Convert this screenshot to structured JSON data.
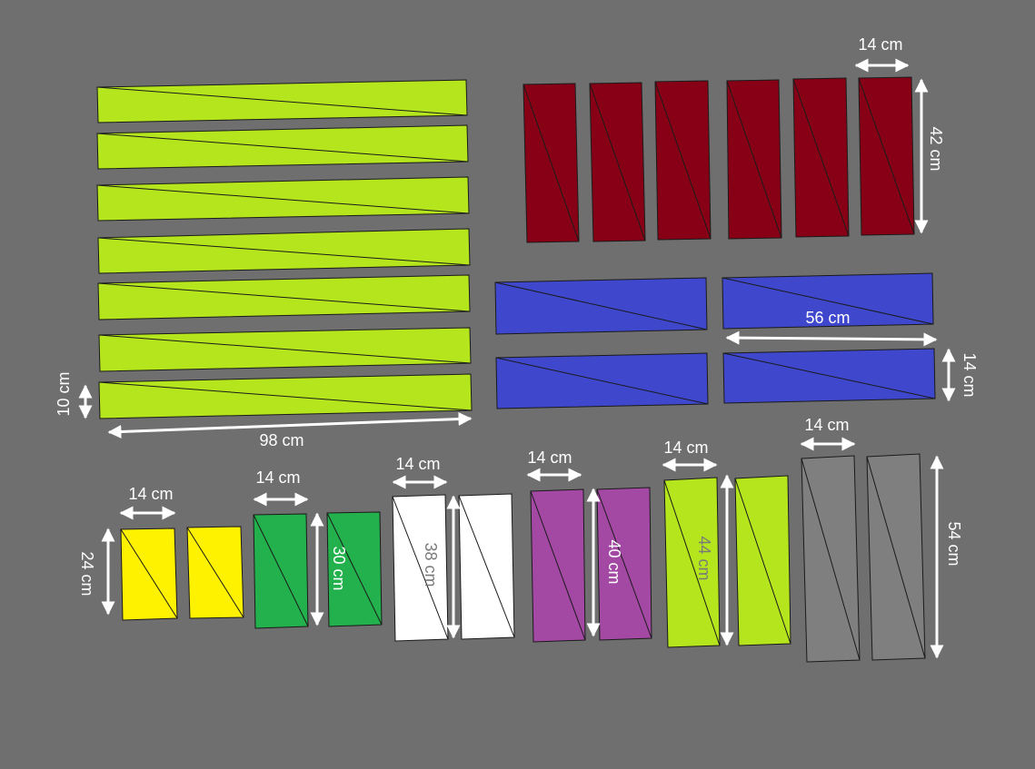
{
  "colors": {
    "background": "#6f6f6f",
    "lime": "#b5e61d",
    "maroon": "#880015",
    "blue": "#3f48cc",
    "yellow": "#fff200",
    "green": "#22b14c",
    "white": "#ffffff",
    "purple": "#a349a4",
    "gray": "#7f7f7f",
    "arrow": "#ffffff",
    "outline": "#1a1a1a"
  },
  "groups": [
    {
      "name": "lime-strips",
      "color": "lime",
      "count": 7,
      "width_cm": 98,
      "height_cm": 10
    },
    {
      "name": "maroon-boards",
      "color": "maroon",
      "count": 6,
      "width_cm": 14,
      "height_cm": 42
    },
    {
      "name": "blue-boards",
      "color": "blue",
      "count": 4,
      "width_cm": 56,
      "height_cm": 14
    },
    {
      "name": "yellow-pieces",
      "color": "yellow",
      "count": 2,
      "width_cm": 14,
      "height_cm": 24
    },
    {
      "name": "green-pieces",
      "color": "green",
      "count": 2,
      "width_cm": 14,
      "height_cm": 30
    },
    {
      "name": "white-pieces",
      "color": "white",
      "count": 2,
      "width_cm": 14,
      "height_cm": 38
    },
    {
      "name": "purple-pieces",
      "color": "purple",
      "count": 2,
      "width_cm": 14,
      "height_cm": 40
    },
    {
      "name": "lime-pieces",
      "color": "lime",
      "count": 2,
      "width_cm": 14,
      "height_cm": 44
    },
    {
      "name": "gray-pieces",
      "color": "gray",
      "count": 2,
      "width_cm": 14,
      "height_cm": 54
    }
  ],
  "labels": {
    "lime_strip_length": "98 cm",
    "lime_strip_height": "10 cm",
    "maroon_width": "14 cm",
    "maroon_height": "42 cm",
    "blue_width": "56 cm",
    "blue_height": "14 cm",
    "yellow_width": "14 cm",
    "yellow_height": "24 cm",
    "green_width": "14 cm",
    "green_height": "30 cm",
    "white_width": "14 cm",
    "white_height": "38 cm",
    "purple_width": "14 cm",
    "purple_height": "40 cm",
    "lime_piece_width": "14 cm",
    "lime_piece_height": "44 cm",
    "gray_width": "14 cm",
    "gray_height": "54 cm"
  }
}
